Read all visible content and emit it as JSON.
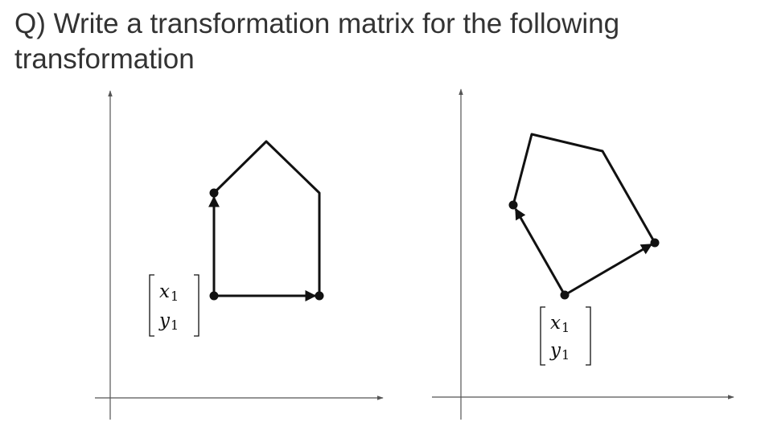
{
  "question": {
    "line1": "Q) Write a transformation matrix for the following",
    "line2": "transformation"
  },
  "diagram": {
    "left": {
      "vector_label": {
        "top": "x",
        "top_sub": "1",
        "bottom": "y",
        "bottom_sub": "1"
      }
    },
    "right": {
      "vector_label": {
        "top": "x",
        "top_sub": "1",
        "bottom": "y",
        "bottom_sub": "1"
      }
    }
  },
  "colors": {
    "text": "#333333",
    "stroke": "#111111",
    "axis": "#555555"
  }
}
